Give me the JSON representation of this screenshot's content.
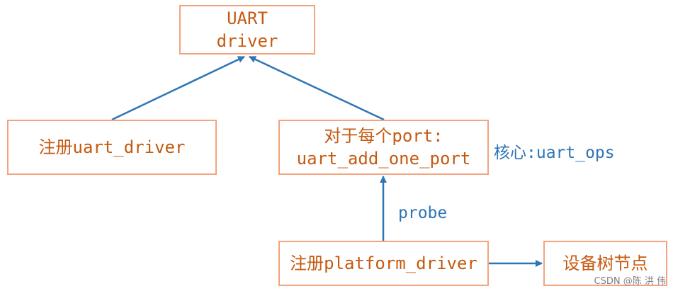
{
  "nodes": {
    "uart_driver": {
      "line1": "UART",
      "line2": "driver"
    },
    "register_uart_driver": {
      "text": "注册uart_driver"
    },
    "per_port": {
      "line1": "对于每个port:",
      "line2": "uart_add_one_port"
    },
    "register_platform_driver": {
      "text": "注册platform_driver"
    },
    "device_tree_node": {
      "text": "设备树节点"
    }
  },
  "labels": {
    "core": "核心:uart_ops",
    "probe": "probe"
  },
  "watermark": "CSDN @陈 洪 伟",
  "colors": {
    "box_border": "#f4a37e",
    "box_text": "#c55a11",
    "arrow": "#2e75b6"
  }
}
